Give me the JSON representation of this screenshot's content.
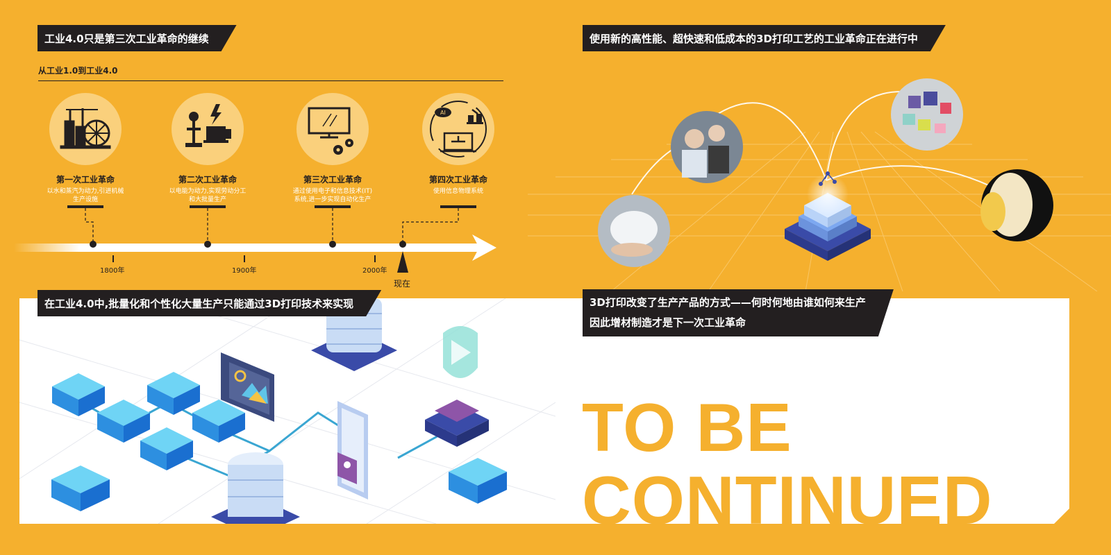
{
  "section1": {
    "title": "工业4.0只是第三次工业革命的继续",
    "subtitle": "从工业1.0到工业4.0"
  },
  "eras": [
    {
      "title": "第一次工业革命",
      "desc1": "以水和蒸汽为动力,引进机械",
      "desc2": "生产设施",
      "icon": "steam-engine-icon"
    },
    {
      "title": "第二次工业革命",
      "desc1": "以电能为动力,实现劳动分工",
      "desc2": "和大批量生产",
      "icon": "electricity-icon"
    },
    {
      "title": "第三次工业革命",
      "desc1": "通过使用电子和信息技术(IT)",
      "desc2": "系统,进一步实现自动化生产",
      "icon": "computer-icon"
    },
    {
      "title": "第四次工业革命",
      "desc1": "使用信息物理系统",
      "desc2": "",
      "icon": "cyber-physical-icon"
    }
  ],
  "timeline": {
    "years": [
      "1800年",
      "1900年",
      "2000年"
    ],
    "now": "现在"
  },
  "section2": {
    "title": "使用新的高性能、超快速和低成本的3D打印工艺的工业革命正在进行中"
  },
  "section3": {
    "title": "在工业4.0中,批量化和个性化大量生产只能通过3D打印技术来实现"
  },
  "section4": {
    "line1": "3D打印改变了生产产品的方式——何时何地由谁如何来生产",
    "line2": "因此增材制造才是下一次工业革命"
  },
  "continued": {
    "line1": "TO BE",
    "line2": "CONTINUED"
  },
  "colors": {
    "accent": "#F5B02E",
    "dark": "#231F20",
    "circle": "#FAD07C",
    "blue": "#2FA8E8"
  }
}
